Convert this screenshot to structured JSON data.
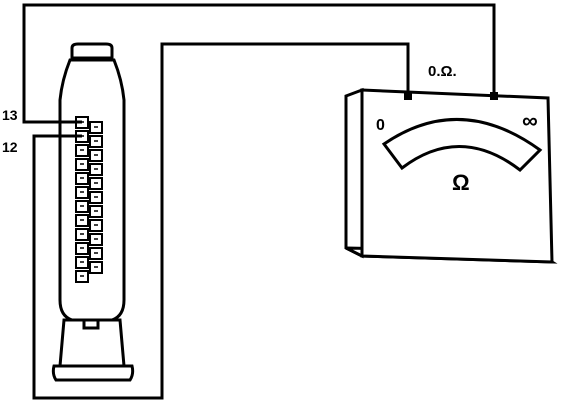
{
  "pins": {
    "upper": "13",
    "lower": "12"
  },
  "meter": {
    "range_label": "0.Ω.",
    "scale_zero": "0",
    "scale_infinity": "∞",
    "unit_symbol": "Ω"
  }
}
